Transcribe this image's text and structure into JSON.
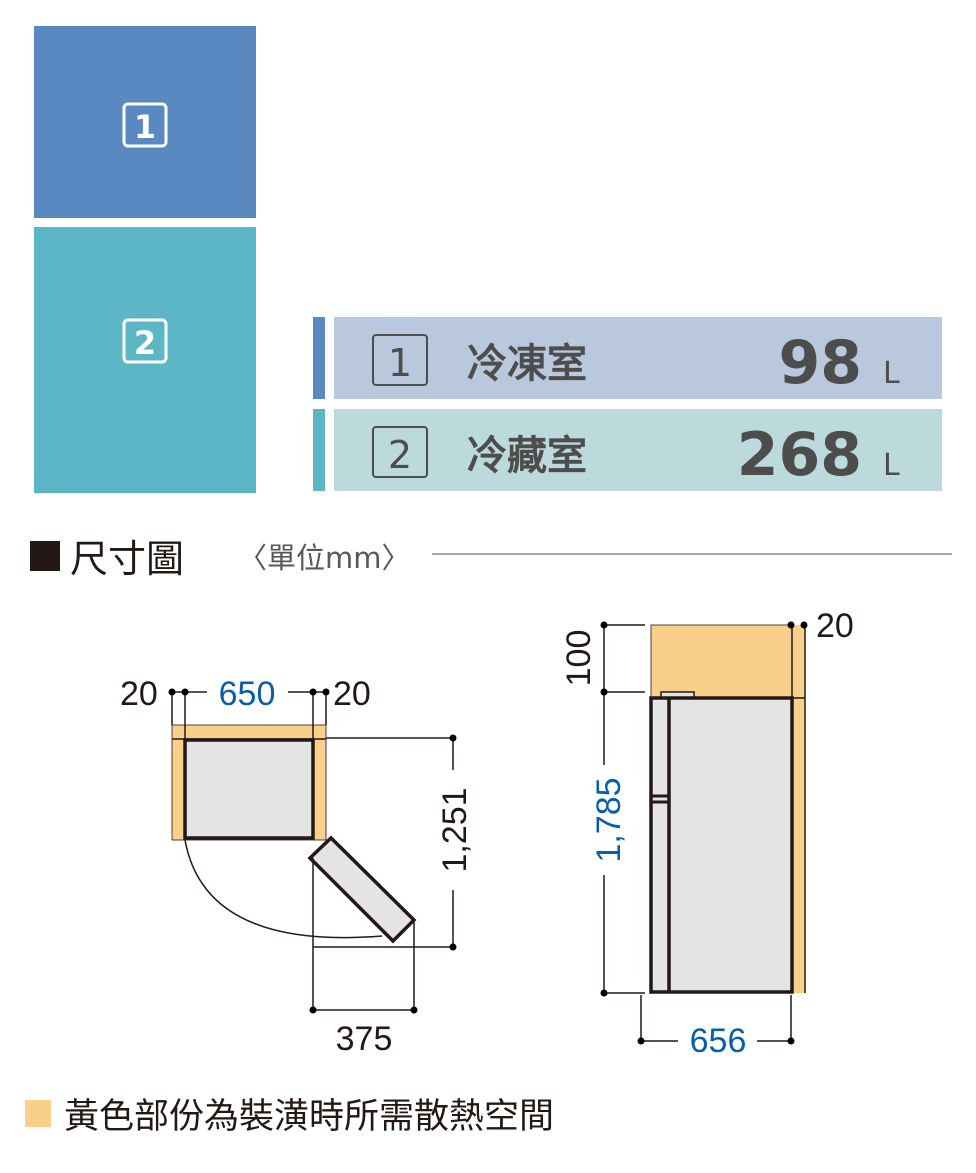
{
  "compartment_blocks": [
    {
      "number": "1",
      "color": "#5a88c0"
    },
    {
      "number": "2",
      "color": "#5bb7c5"
    }
  ],
  "capacity_table": [
    {
      "number": "1",
      "name": "冷凍室",
      "volume": "98",
      "unit": "L",
      "accent": "#5a88c0",
      "bg": "#b9c8dc"
    },
    {
      "number": "2",
      "name": "冷藏室",
      "volume": "268",
      "unit": "L",
      "accent": "#5bb7c5",
      "bg": "#bcd9dc"
    }
  ],
  "section": {
    "title": "尺寸圖",
    "unit_note": "〈單位mm〉"
  },
  "top_view": {
    "left_gap": "20",
    "width": "650",
    "right_gap": "20",
    "depth_open": "1,251",
    "door_swing": "375"
  },
  "side_view": {
    "top_gap": "100",
    "back_gap": "20",
    "height": "1,785",
    "depth": "656"
  },
  "legend": {
    "text": "黃色部份為裝潢時所需散熱空間",
    "color": "#f9cf8c"
  }
}
